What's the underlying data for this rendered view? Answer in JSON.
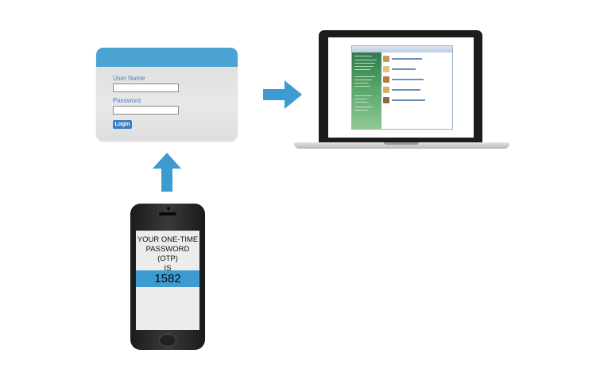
{
  "login": {
    "username_label": "User Name",
    "password_label": "Password",
    "button_label": "Login"
  },
  "phone": {
    "message_line1": "YOUR ONE-TIME",
    "message_line2": "PASSWORD (OTP)",
    "message_line3": "IS",
    "otp_code": "1582"
  },
  "colors": {
    "accent_blue": "#4aa3d3",
    "arrow_blue": "#3d9bd1",
    "label_blue": "#4a84bd",
    "button_blue": "#3c7fc2",
    "sidebar_green": "#2f7a4a"
  },
  "icons": [
    "arrow-up-icon",
    "arrow-right-icon",
    "laptop-icon",
    "smartphone-icon"
  ]
}
